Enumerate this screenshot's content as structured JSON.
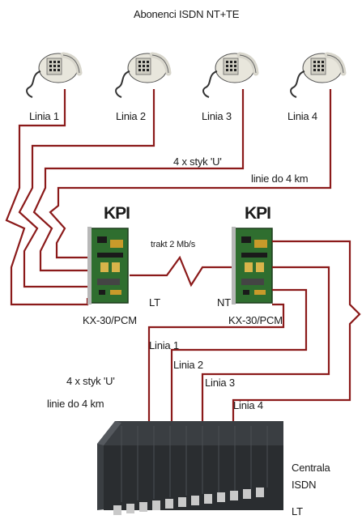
{
  "title": "Abonenci ISDN NT+TE",
  "phones": [
    {
      "icon": "telephone-icon",
      "line_label": "Linia 1"
    },
    {
      "icon": "telephone-icon",
      "line_label": "Linia 2"
    },
    {
      "icon": "telephone-icon",
      "line_label": "Linia 3"
    },
    {
      "icon": "telephone-icon",
      "line_label": "Linia 4"
    }
  ],
  "upper_link": {
    "interface": "4 x styk 'U'",
    "distance": "linie do 4 km"
  },
  "kpi_left": {
    "title": "KPI",
    "mode": "LT",
    "model": "KX-30/PCM"
  },
  "kpi_right": {
    "title": "KPI",
    "mode": "NT",
    "model": "KX-30/PCM"
  },
  "trunk": {
    "label": "trakt 2 Mb/s"
  },
  "lower_lines": [
    "Linia 1",
    "Linia 2",
    "Linia 3",
    "Linia 4"
  ],
  "lower_link": {
    "interface": "4 x styk 'U'",
    "distance": "linie do 4 km"
  },
  "exchange": {
    "line1": "Centrala",
    "line2": "ISDN",
    "mode": "LT"
  },
  "colors": {
    "wire": "#8b1a1a",
    "board": "#2f6e2f",
    "cabinet": "#2a2d30"
  }
}
